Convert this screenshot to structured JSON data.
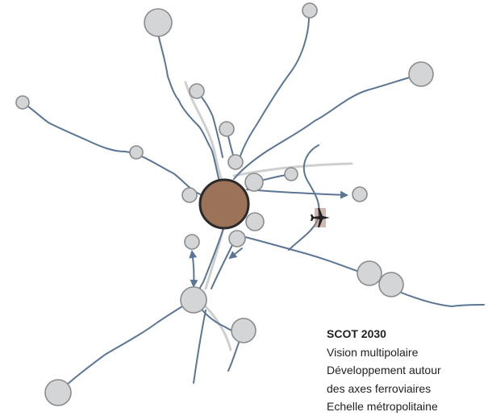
{
  "legend": {
    "title": "SCOT 2030",
    "lines": [
      "Vision multipolaire",
      "Développement autour",
      "des axes ferroviaires",
      "Echelle métropolitaine"
    ]
  },
  "colors": {
    "road": "#5b7594",
    "rail": "#cfcfcf",
    "town_fill": "#d4d5d7",
    "town_stroke": "#8a8b8d",
    "metropole_fill": "#9c7358"
  },
  "icons": [
    "airport-plane-icon"
  ]
}
